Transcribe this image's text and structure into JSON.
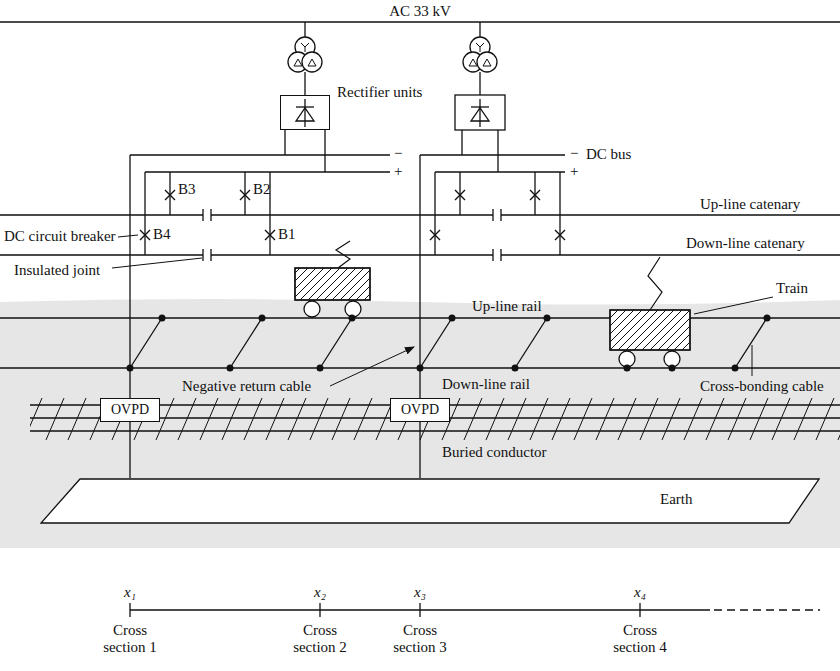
{
  "diagram": {
    "nodes": [
      {
        "text": [
          "Rectifier units"
        ]
      },
      {
        "text": [
          "OVPD"
        ]
      },
      {
        "text": [
          "OVPD"
        ]
      },
      {
        "text": [
          "Earth"
        ]
      }
    ],
    "edges": [
      {
        "from": 1,
        "to": 3,
        "arrow": "none"
      },
      {
        "from": 2,
        "to": 3,
        "arrow": "none"
      }
    ],
    "labels": [
      "AC 33 kV",
      "−",
      "+",
      "−",
      "DC bus",
      "+",
      "B3",
      "B2",
      "Up-line catenary",
      "DC circuit breaker",
      "B4",
      "B1",
      "Down-line catenary",
      "Insulated joint",
      "Train",
      "Up-line rail",
      "Negative return cable",
      "Down-line rail",
      "Cross-bonding cable",
      "Buried conductor",
      "x₁",
      "x₂",
      "x₃",
      "x₄",
      "Cross section 1",
      "Cross section 2",
      "Cross section 3",
      "Cross section 4"
    ]
  }
}
